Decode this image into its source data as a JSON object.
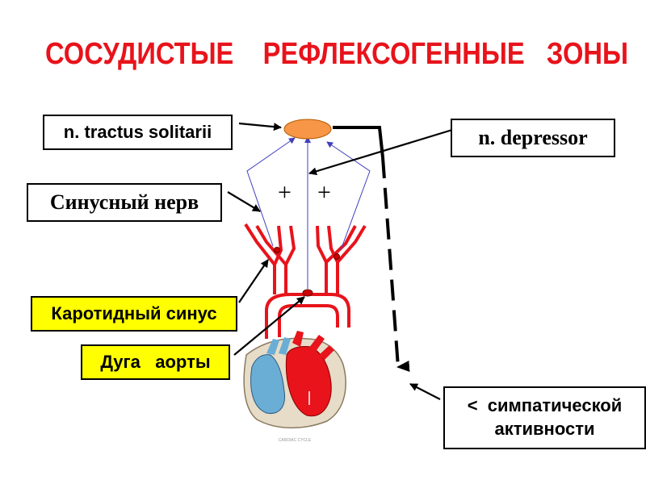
{
  "title": "СОСУДИСТЫЕ    РЕФЛЕКСОГЕННЫЕ   ЗОНЫ",
  "labels": {
    "nucleus": "n. tractus solitarii",
    "depressor": "n. depressor",
    "sinus_nerve": "Синусный нерв",
    "carotid_sinus": "Каротидный синус",
    "aortic_arch": "Дуга   аорты",
    "sympathetic_line1": "<  симпатической",
    "sympathetic_line2": "активности",
    "plus1": "+",
    "plus2": "+",
    "heart_caption": "CARDIAC CYCLE"
  },
  "colors": {
    "title": "#e8131b",
    "highlight_box": "#ffff00",
    "nucleus_fill": "#f79646",
    "vessel": "#e8131b",
    "nerve": "#3f3fbf",
    "heart_red": "#e8131b",
    "heart_blue": "#6aaed6",
    "heart_wall": "#e6dcc8"
  }
}
